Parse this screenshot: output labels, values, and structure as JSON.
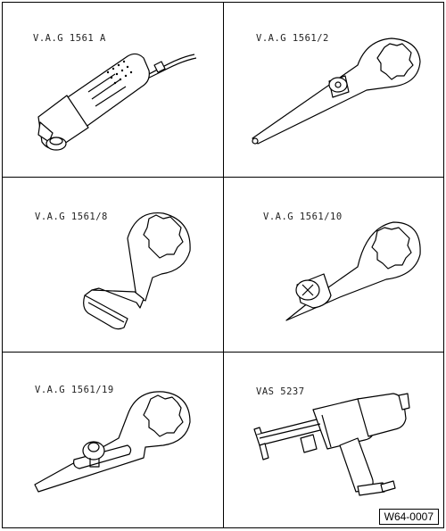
{
  "tools": [
    {
      "label": "V.A.G 1561 A",
      "icon": "electric-drive-icon"
    },
    {
      "label": "V.A.G 1561/2",
      "icon": "long-cutter-blade-icon"
    },
    {
      "label": "V.A.G 1561/8",
      "icon": "angled-cutter-blade-icon"
    },
    {
      "label": "V.A.G 1561/10",
      "icon": "cutter-blade-icon"
    },
    {
      "label": "V.A.G 1561/19",
      "icon": "cutter-blade-slotted-icon"
    },
    {
      "label": "VAS 5237",
      "icon": "pneumatic-cartridge-gun-icon"
    }
  ],
  "figure_ref": "W64-0007"
}
